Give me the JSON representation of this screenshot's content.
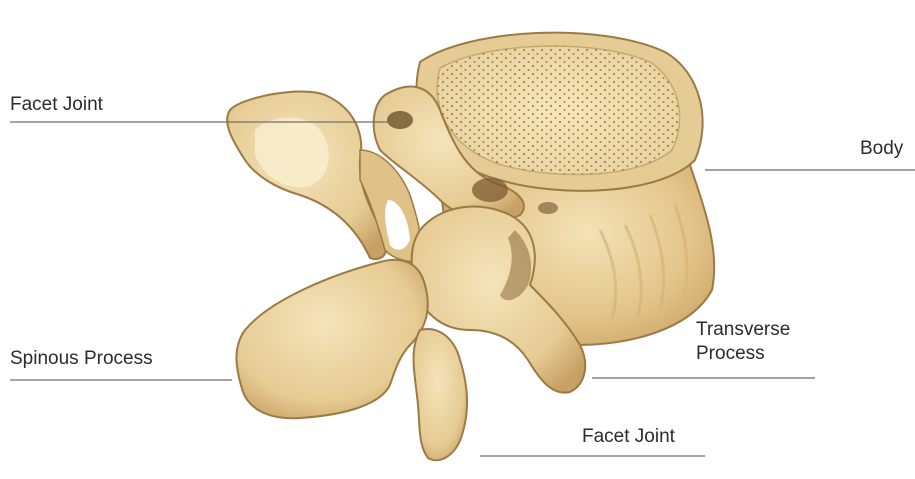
{
  "diagram": {
    "labels": {
      "facet_joint_top": "Facet Joint",
      "body": "Body",
      "spinous_process": "Spinous Process",
      "transverse_process": "Transverse Process",
      "facet_joint_bottom": "Facet Joint"
    },
    "colors": {
      "bone_light": "#efdcaa",
      "bone_mid": "#e2c58a",
      "bone_shadow": "#b69357",
      "bone_outline": "#8a6a3a",
      "disc_surface": "#f2dfae",
      "disc_dots": "#9a7a4a",
      "leader_line": "#6f6f6f",
      "label_text": "#2b2b2b"
    }
  }
}
